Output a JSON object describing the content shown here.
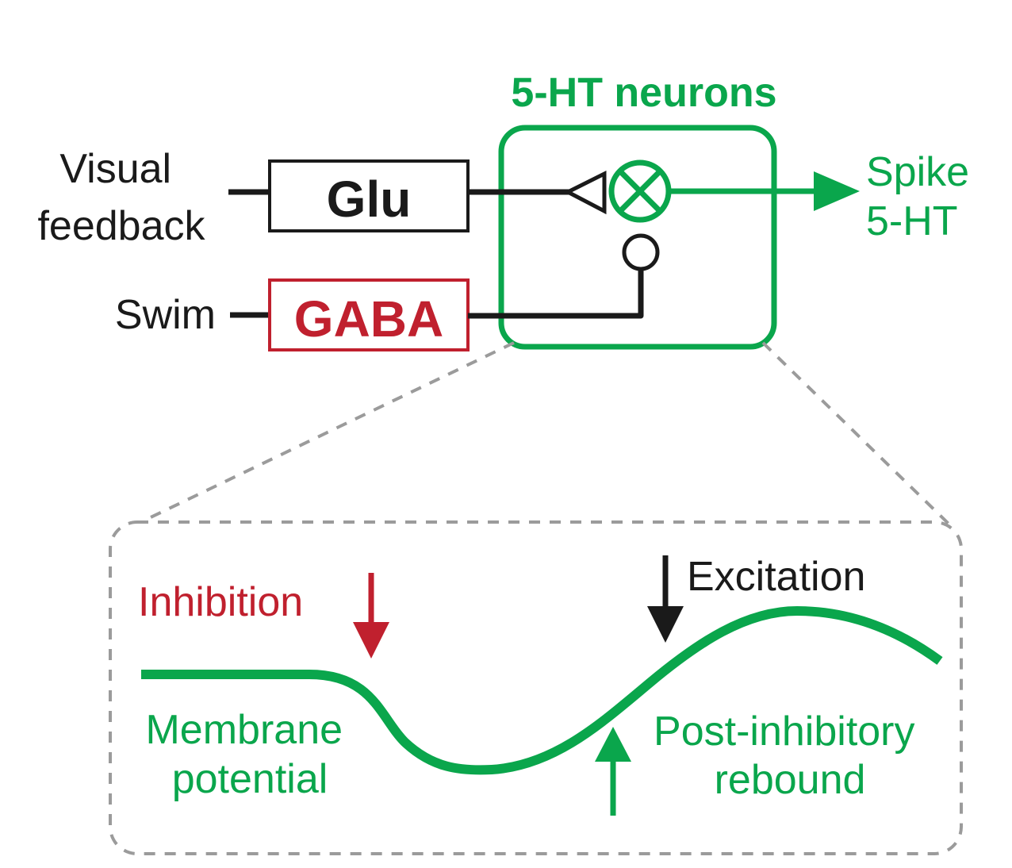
{
  "colors": {
    "green": "#0aa64c",
    "red": "#c0202e",
    "black": "#1a1a1a",
    "gray_dashed": "#9b9b9b",
    "background": "#ffffff"
  },
  "circuit": {
    "group_title": "5-HT neurons",
    "inputs": {
      "visual_feedback": {
        "label_lines": [
          "Visual",
          "feedback"
        ],
        "box_label": "Glu",
        "synapse": "excitatory-triangle"
      },
      "swim": {
        "label": "Swim",
        "box_label": "GABA",
        "synapse": "inhibitory-circle"
      }
    },
    "integrator_icon": "circle-times-icon",
    "output": {
      "label_lines": [
        "Spike",
        "5-HT"
      ]
    }
  },
  "inset": {
    "trace_label_lines": [
      "Membrane",
      "potential"
    ],
    "inhibition_label": "Inhibition",
    "excitation_label": "Excitation",
    "rebound_label_lines": [
      "Post-inhibitory",
      "rebound"
    ]
  }
}
